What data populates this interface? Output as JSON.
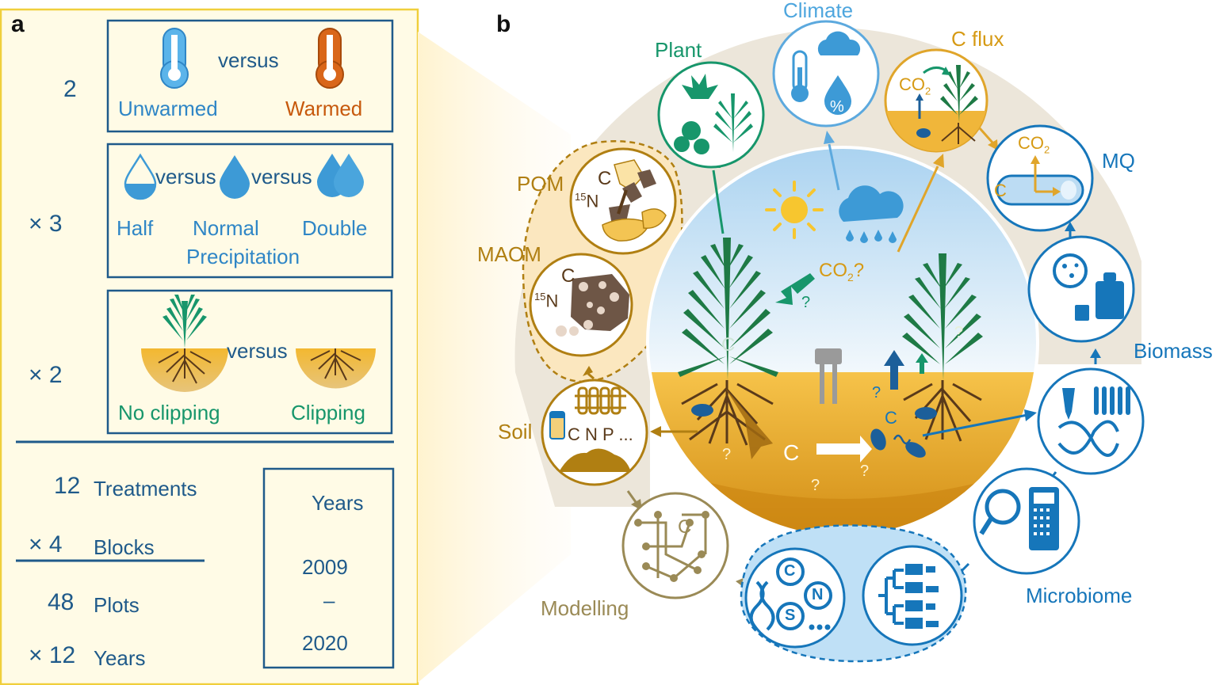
{
  "panel_a": {
    "label": "a",
    "temperature": {
      "factor": "2",
      "versus": "versus",
      "unwarmed": "Unwarmed",
      "warmed": "Warmed"
    },
    "precipitation": {
      "factor": "× 3",
      "versus1": "versus",
      "versus2": "versus",
      "half": "Half",
      "normal": "Normal",
      "double": "Double",
      "caption": "Precipitation"
    },
    "clipping": {
      "factor": "× 2",
      "versus": "versus",
      "no_clipping": "No clipping",
      "clipping": "Clipping"
    },
    "summary": {
      "treatments_num": "12",
      "treatments": "Treatments",
      "blocks_num": "× 4",
      "blocks": "Blocks",
      "plots_num": "48",
      "plots": "Plots",
      "years_num": "× 12",
      "years": "Years"
    },
    "years_box": {
      "title": "Years",
      "start": "2009",
      "dash": "–",
      "end": "2020"
    }
  },
  "panel_b": {
    "label": "b",
    "climate": "Climate",
    "plant": "Plant",
    "cflux": "C flux",
    "mq": "MQ",
    "biomass": "Biomass",
    "microbiome": "Microbiome",
    "modelling": "Modelling",
    "soil": "Soil",
    "pom": "POM",
    "maom": "MAOM",
    "co2_question": "CO2?",
    "co2": "CO",
    "sub2": "2",
    "carbon": "C",
    "nitrogen": "N",
    "sulfur": "S",
    "n15_sup": "15",
    "cnp": "C N P ...",
    "q": "?",
    "percent": "%",
    "dots": "..."
  },
  "colors": {
    "navy": "#1f5a8a",
    "warm": "#c7590d",
    "cold": "#4ea6de",
    "plant_green": "#17966b",
    "gold": "#d69a14",
    "brown": "#b07f12",
    "olive": "#9a8a56",
    "micro_blue": "#1676ba",
    "panel_bg": "#fffbe6",
    "soil": "#e0a52a",
    "sky": "#cfe6f6"
  }
}
